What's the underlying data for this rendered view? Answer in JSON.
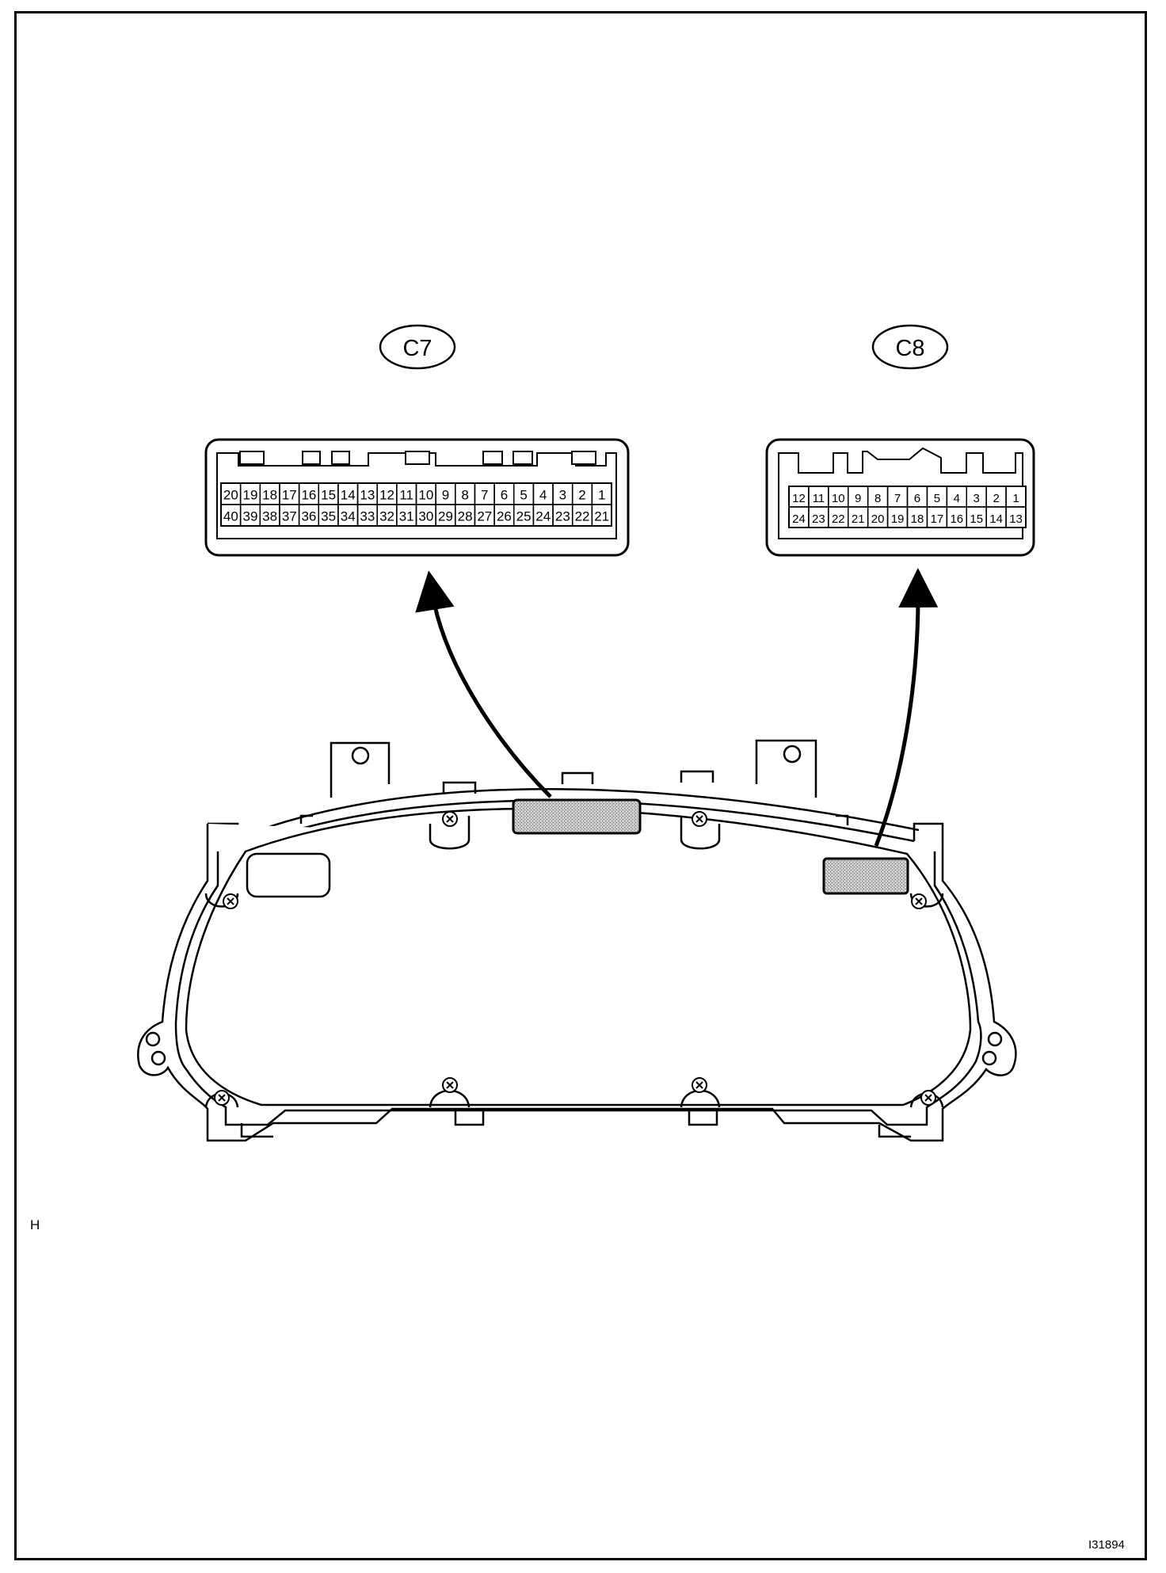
{
  "connectors": [
    {
      "label": "C7",
      "row_top": [
        "20",
        "19",
        "18",
        "17",
        "16",
        "15",
        "14",
        "13",
        "12",
        "11",
        "10",
        "9",
        "8",
        "7",
        "6",
        "5",
        "4",
        "3",
        "2",
        "1"
      ],
      "row_bottom": [
        "40",
        "39",
        "38",
        "37",
        "36",
        "35",
        "34",
        "33",
        "32",
        "31",
        "30",
        "29",
        "28",
        "27",
        "26",
        "25",
        "24",
        "23",
        "22",
        "21"
      ]
    },
    {
      "label": "C8",
      "row_top": [
        "12",
        "11",
        "10",
        "9",
        "8",
        "7",
        "6",
        "5",
        "4",
        "3",
        "2",
        "1"
      ],
      "row_bottom": [
        "24",
        "23",
        "22",
        "21",
        "20",
        "19",
        "18",
        "17",
        "16",
        "15",
        "14",
        "13"
      ]
    }
  ],
  "side_mark": "H",
  "figure_code": "I31894"
}
